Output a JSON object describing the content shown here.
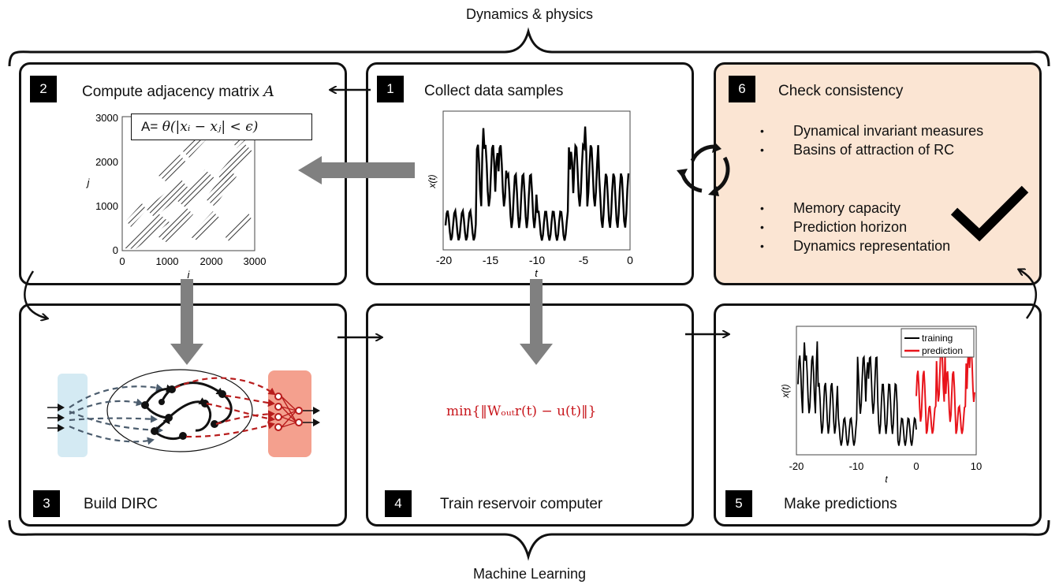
{
  "top_label": "Dynamics & physics",
  "bottom_label": "Machine Learning",
  "panels": {
    "p2": {
      "number": "2",
      "title": "Compute adjacency matrix ",
      "title_var": "A",
      "formula_prefix": "A=",
      "formula": "θ(|xᵢ − xⱼ| < ϵ)",
      "x_ticks": [
        "0",
        "1000",
        "2000",
        "3000"
      ],
      "y_ticks": [
        "0",
        "1000",
        "2000",
        "3000"
      ],
      "xlabel": "i",
      "ylabel": "j"
    },
    "p1": {
      "number": "1",
      "title": "Collect data samples",
      "x_ticks": [
        "-20",
        "-15",
        "-10",
        "-5",
        "0"
      ],
      "xlabel": "t",
      "ylabel": "x(t)"
    },
    "p6": {
      "number": "6",
      "title": "Check consistency",
      "bullets_top": [
        "Dynamical invariant measures",
        "Basins of attraction of RC"
      ],
      "bullets_bottom": [
        "Memory capacity",
        "Prediction horizon",
        "Dynamics representation"
      ]
    },
    "p3": {
      "number": "3",
      "title": "Build DIRC"
    },
    "p4": {
      "number": "4",
      "title": "Train reservoir computer",
      "loss": "min{‖Wₒᵤₜr(t) − u(t)‖}"
    },
    "p5": {
      "number": "5",
      "title": "Make predictions",
      "x_ticks": [
        "-20",
        "-10",
        "0",
        "10"
      ],
      "xlabel": "t",
      "ylabel": "x(t)",
      "legend": [
        "training",
        "prediction"
      ]
    }
  },
  "colors": {
    "training": "#000000",
    "prediction": "#e8141b",
    "input_layer": "#d4eaf3",
    "output_layer": "#f4a08e",
    "consistency_bg": "#fbe5d3",
    "dashed_in": "#4c5d6e",
    "dashed_out": "#b81d1d",
    "big_arrow": "#808080"
  }
}
